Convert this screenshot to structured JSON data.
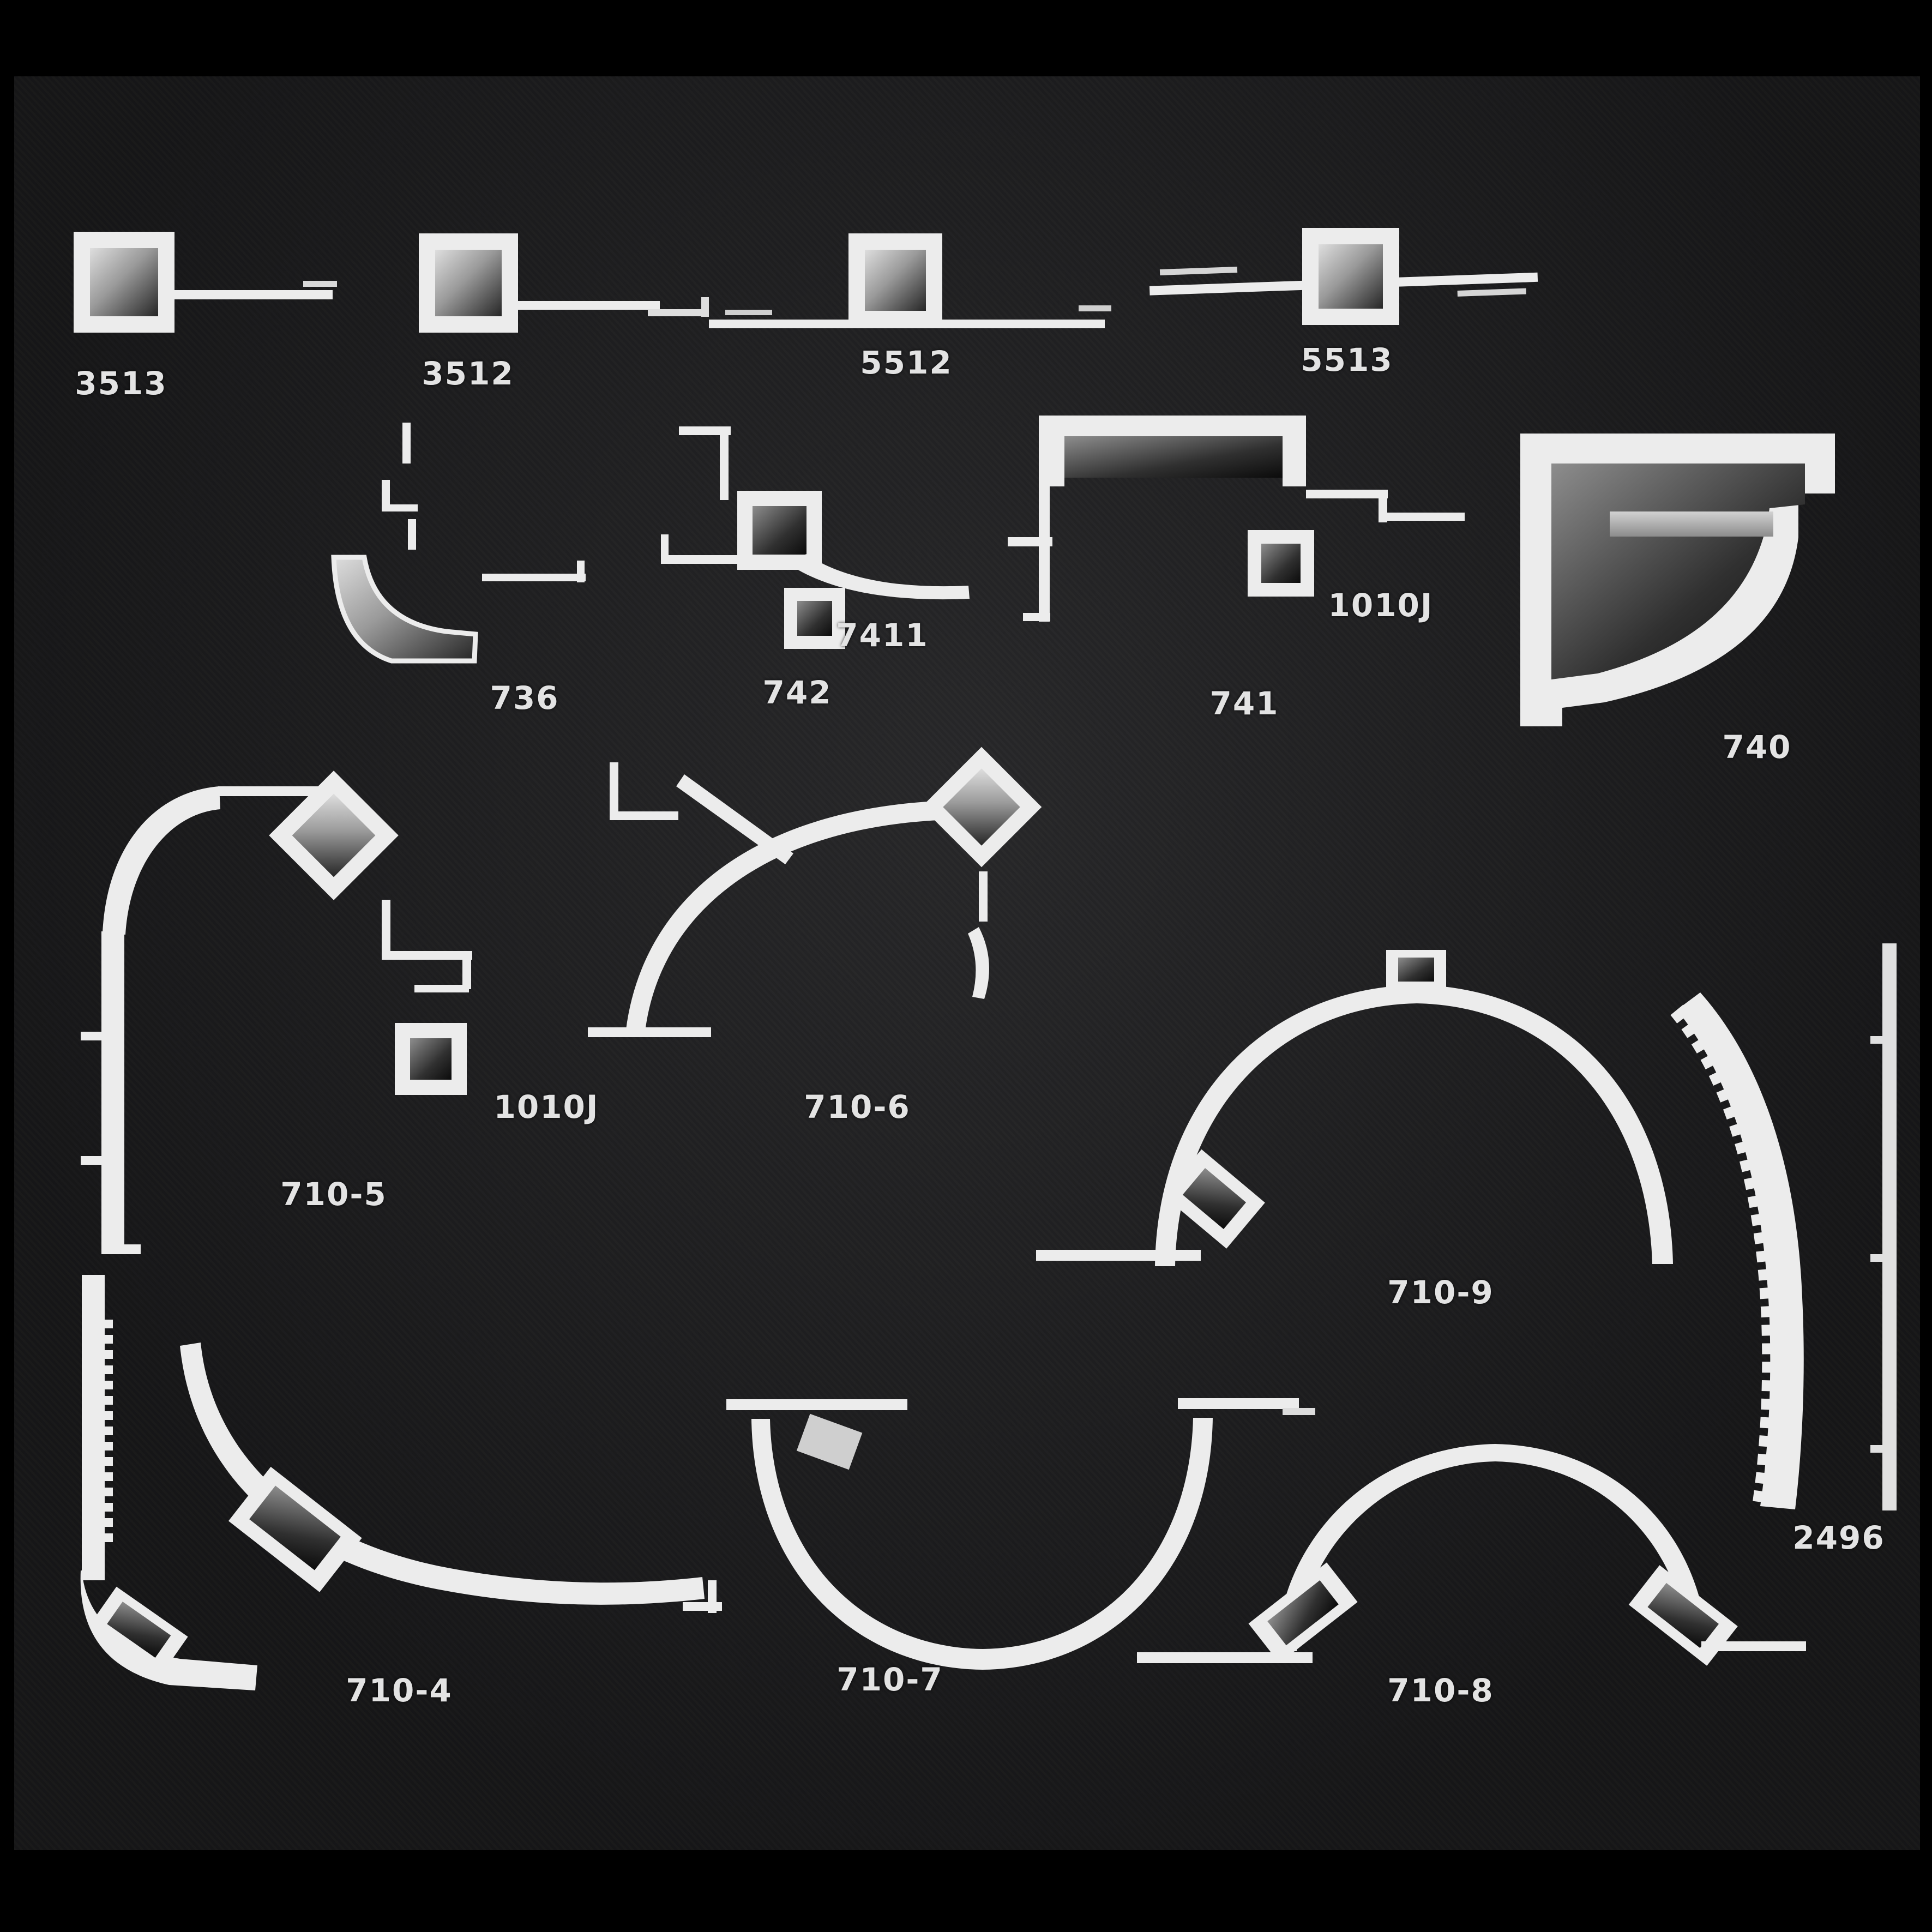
{
  "board": {
    "description": "aluminum extrusion profile cross-section sample board",
    "background_color": "#1e1e20",
    "metal_color": "#ececec",
    "label_color": "#e3e3e3"
  },
  "profiles": [
    {
      "id": "3513",
      "label": "3513"
    },
    {
      "id": "3512",
      "label": "3512"
    },
    {
      "id": "5512",
      "label": "5512"
    },
    {
      "id": "5513",
      "label": "5513"
    },
    {
      "id": "736",
      "label": "736"
    },
    {
      "id": "742",
      "label": "742"
    },
    {
      "id": "7411",
      "label": "7411"
    },
    {
      "id": "741",
      "label": "741"
    },
    {
      "id": "1010J-a",
      "label": "1010J"
    },
    {
      "id": "740",
      "label": "740"
    },
    {
      "id": "710-5",
      "label": "710-5"
    },
    {
      "id": "1010J-b",
      "label": "1010J"
    },
    {
      "id": "710-6",
      "label": "710-6"
    },
    {
      "id": "710-9",
      "label": "710-9"
    },
    {
      "id": "2496",
      "label": "2496"
    },
    {
      "id": "710-4",
      "label": "710-4"
    },
    {
      "id": "710-7",
      "label": "710-7"
    },
    {
      "id": "710-8",
      "label": "710-8"
    }
  ]
}
